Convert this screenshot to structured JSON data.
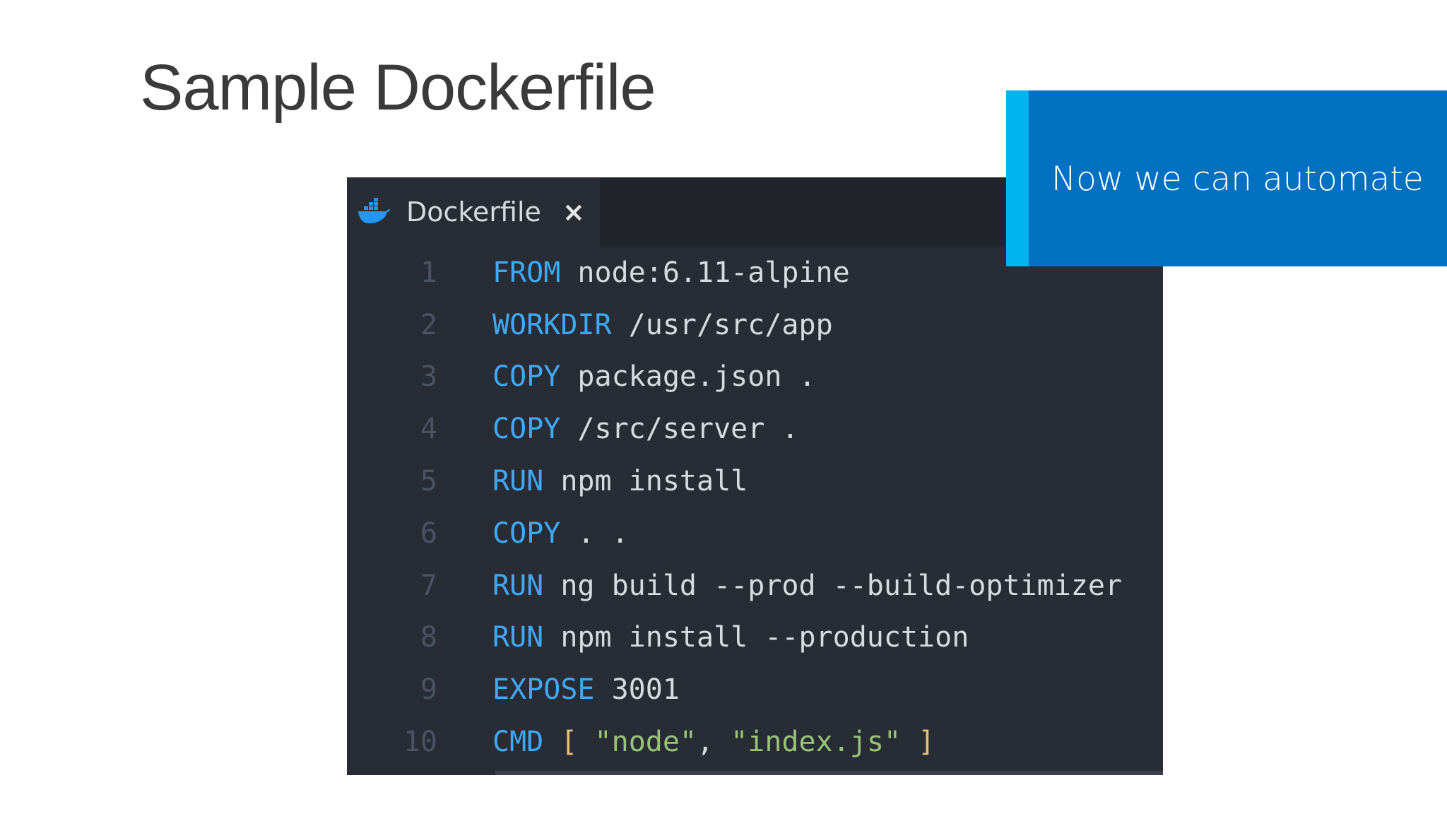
{
  "slide": {
    "title": "Sample Dockerfile"
  },
  "editor": {
    "tab": {
      "icon": "docker-whale-icon",
      "label": "Dockerfile",
      "close": "×"
    },
    "lines": [
      {
        "num": "1",
        "keyword": "FROM",
        "rest": " node:6.11-alpine"
      },
      {
        "num": "2",
        "keyword": "WORKDIR",
        "rest": " /usr/src/app"
      },
      {
        "num": "3",
        "keyword": "COPY",
        "rest": " package.json ."
      },
      {
        "num": "4",
        "keyword": "COPY",
        "rest": " /src/server ."
      },
      {
        "num": "5",
        "keyword": "RUN",
        "rest": " npm install"
      },
      {
        "num": "6",
        "keyword": "COPY",
        "rest": " . ."
      },
      {
        "num": "7",
        "keyword": "RUN",
        "rest": " ng build --prod --build-optimizer"
      },
      {
        "num": "8",
        "keyword": "RUN",
        "rest": " npm install --production"
      },
      {
        "num": "9",
        "keyword": "EXPOSE",
        "rest": " 3001"
      },
      {
        "num": "10",
        "keyword": "CMD",
        "sp1": " ",
        "open_bracket": "[",
        "sp2": " ",
        "str1": "\"node\"",
        "comma": ", ",
        "str2": "\"index.js\"",
        "sp3": " ",
        "close_bracket": "]"
      }
    ]
  },
  "callout": {
    "text": "Now we can automate"
  },
  "colors": {
    "editor_bg": "#282c34",
    "keyword": "#3fa9f5",
    "string": "#98c379",
    "bracket": "#e5c07b",
    "callout_bg": "#0070c0",
    "callout_accent": "#00b4ef"
  }
}
